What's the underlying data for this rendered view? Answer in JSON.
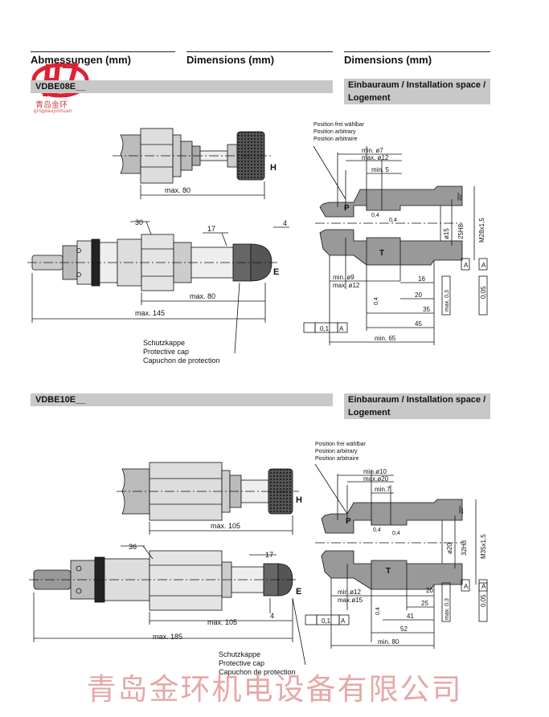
{
  "headers": {
    "col1": "Abmessungen (mm)",
    "col2": "Dimensions (mm)",
    "col3": "Dimensions (mm)"
  },
  "sections": [
    {
      "model": "VDBE08E__",
      "install_line1": "Einbauraum / Installation space /",
      "install_line2": "Logement"
    },
    {
      "model": "VDBE10E__",
      "install_line1": "Einbauraum / Installation space /",
      "install_line2": "Logement"
    }
  ],
  "cap": {
    "de": "Schutzkappe",
    "en": "Protective cap",
    "fr": "Capuchon de protection"
  },
  "position": {
    "de": "Position frei wählbar",
    "en": "Position arbitrary",
    "fr": "Position arbitraire"
  },
  "labels": {
    "H": "H",
    "E": "E",
    "P": "P",
    "T": "T",
    "A": "A"
  },
  "d1": {
    "max80": "max. 80",
    "max80b": "max. 80",
    "max145": "max. 145",
    "w30": "30",
    "w17": "17",
    "w4": "4",
    "min7": "min. ø7",
    "max12": "max. ø12",
    "min5": "min. 5",
    "a20": "20°",
    "d15": "ø15",
    "h25": "25H8",
    "m28": "M28x1,5",
    "min9": "min. ø9",
    "max12b": "max. ø12",
    "l16": "16",
    "l20": "20",
    "l35": "35",
    "l45": "45",
    "l65": "min. 65",
    "r04a": "0,4",
    "r04b": "0,4",
    "r04c": "0,4",
    "max03": "max. 0,3",
    "t005": "0,05",
    "t01": "0,1"
  },
  "d2": {
    "max105": "max. 105",
    "max105b": "max. 105",
    "max185": "max. 185",
    "w36": "36",
    "w17": "17",
    "w4": "4",
    "min10": "min.ø10",
    "max20": "max.ø20",
    "min7": "min.7",
    "a20": "20°",
    "d20": "ø20",
    "h32": "32H8",
    "m35": "M35x1,5",
    "min12": "min.ø12",
    "max15": "max.ø15",
    "l20": "20",
    "l25": "25",
    "l41": "41",
    "l52": "52",
    "l80": "min. 80",
    "r04a": "0,4",
    "r04b": "0,4",
    "r04c": "0,4",
    "max03": "max. 0,3",
    "t005": "0,05",
    "t01": "0,1"
  },
  "logo": {
    "name": "青岛金环",
    "pinyin": "qingdaojinhuan"
  },
  "watermark": "青岛金环机电设备有限公司"
}
